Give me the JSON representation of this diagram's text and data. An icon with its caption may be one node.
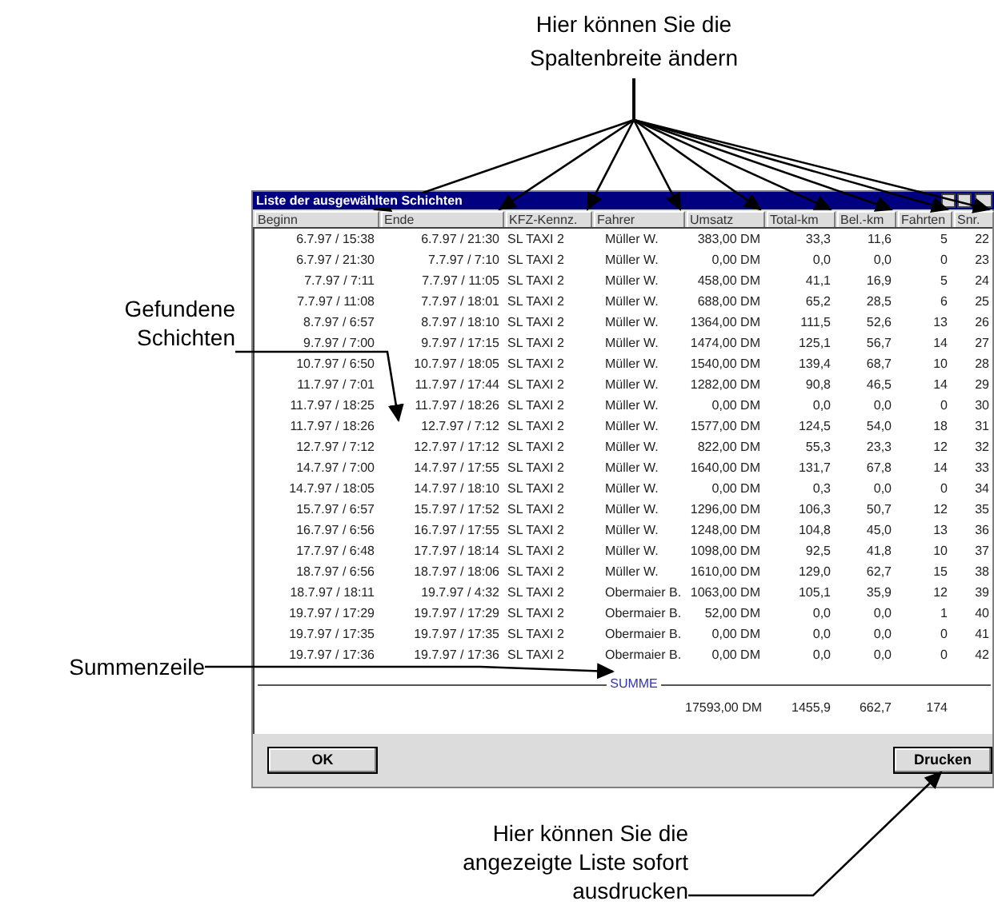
{
  "diagram": {
    "nodes": [
      {
        "text": [
          "Hier können Sie die Spaltenbreite ändern"
        ]
      },
      {
        "text": [
          "Liste der ausgewählten Schichten"
        ]
      },
      {
        "text": [
          "Beginn"
        ],
        "in": 1
      },
      {
        "text": [
          "Ende"
        ],
        "in": 1
      },
      {
        "text": [
          "KFZ-Kennz."
        ],
        "in": 1
      },
      {
        "text": [
          "Fahrer"
        ],
        "in": 1
      },
      {
        "text": [
          "Umsatz"
        ],
        "in": 1
      },
      {
        "text": [
          "Total-km"
        ],
        "in": 1
      },
      {
        "text": [
          "Bel.-km"
        ],
        "in": 1
      },
      {
        "text": [
          "Fahrten"
        ],
        "in": 1
      },
      {
        "text": [
          "Snr."
        ],
        "in": 1
      },
      {
        "text": [],
        "shape": "box",
        "in": 1
      },
      {
        "text": [
          "SUMME"
        ],
        "in": 11
      },
      {
        "text": [
          "OK"
        ],
        "in": 1
      },
      {
        "text": [
          "Drucken"
        ],
        "in": 1
      },
      {
        "text": [
          "Gefundene Schichten"
        ]
      },
      {
        "text": [
          "Summenzeile"
        ]
      },
      {
        "text": [
          "Hier können Sie die angezeigte Liste sofort ausdrucken"
        ]
      }
    ],
    "edges": [
      {
        "from": 0,
        "to": 2,
        "arrow": "to"
      },
      {
        "from": 0,
        "to": 3,
        "arrow": "to"
      },
      {
        "from": 0,
        "to": 4,
        "arrow": "to"
      },
      {
        "from": 0,
        "to": 5,
        "arrow": "to"
      },
      {
        "from": 0,
        "to": 6,
        "arrow": "to"
      },
      {
        "from": 0,
        "to": 7,
        "arrow": "to"
      },
      {
        "from": 0,
        "to": 8,
        "arrow": "to"
      },
      {
        "from": 0,
        "to": 9,
        "arrow": "to"
      },
      {
        "from": 0,
        "to": 10,
        "arrow": "to"
      },
      {
        "from": 15,
        "to": 11,
        "arrow": "to"
      },
      {
        "from": 16,
        "to": 12,
        "arrow": "to"
      },
      {
        "from": 17,
        "to": 14,
        "arrow": "to"
      }
    ],
    "labels": [
      "6.7.97 / 15:38",
      "6.7.97 / 21:30",
      "SL TAXI 2",
      "Müller W.",
      "383,00 DM",
      "33,3",
      "11,6",
      "5",
      "22",
      "6.7.97 / 21:30",
      "7.7.97 / 7:10",
      "SL TAXI 2",
      "Müller W.",
      "0,00 DM",
      "0,0",
      "0,0",
      "0",
      "23",
      "7.7.97 / 7:11",
      "7.7.97 / 11:05",
      "SL TAXI 2",
      "Müller W.",
      "458,00 DM",
      "41,1",
      "16,9",
      "5",
      "24",
      "7.7.97 / 11:08",
      "7.7.97 / 18:01",
      "SL TAXI 2",
      "Müller W.",
      "688,00 DM",
      "65,2",
      "28,5",
      "6",
      "25",
      "8.7.97 / 6:57",
      "8.7.97 / 18:10",
      "SL TAXI 2",
      "Müller W.",
      "1364,00 DM",
      "111,5",
      "52,6",
      "13",
      "26",
      "9.7.97 / 7:00",
      "9.7.97 / 17:15",
      "SL TAXI 2",
      "Müller W.",
      "1474,00 DM",
      "125,1",
      "56,7",
      "14",
      "27",
      "10.7.97 / 6:50",
      "10.7.97 / 18:05",
      "SL TAXI 2",
      "Müller W.",
      "1540,00 DM",
      "139,4",
      "68,7",
      "10",
      "28",
      "11.7.97 / 7:01",
      "11.7.97 / 17:44",
      "SL TAXI 2",
      "Müller W.",
      "1282,00 DM",
      "90,8",
      "46,5",
      "14",
      "29",
      "11.7.97 / 18:25",
      "11.7.97 / 18:26",
      "SL TAXI 2",
      "Müller W.",
      "0,00 DM",
      "0,0",
      "0,0",
      "0",
      "30",
      "11.7.97 / 18:26",
      "12.7.97 / 7:12",
      "SL TAXI 2",
      "Müller W.",
      "1577,00 DM",
      "124,5",
      "54,0",
      "18",
      "31",
      "12.7.97 / 7:12",
      "12.7.97 / 17:12",
      "SL TAXI 2",
      "Müller W.",
      "822,00 DM",
      "55,3",
      "23,3",
      "12",
      "32",
      "14.7.97 / 7:00",
      "14.7.97 / 17:55",
      "SL TAXI 2",
      "Müller W.",
      "1640,00 DM",
      "131,7",
      "67,8",
      "14",
      "33",
      "14.7.97 / 18:05",
      "14.7.97 / 18:10",
      "SL TAXI 2",
      "Müller W.",
      "0,00 DM",
      "0,3",
      "0,0",
      "0",
      "34",
      "15.7.97 / 6:57",
      "15.7.97 / 17:52",
      "SL TAXI 2",
      "Müller W.",
      "1296,00 DM",
      "106,3",
      "50,7",
      "12",
      "35",
      "16.7.97 / 6:56",
      "16.7.97 / 17:55",
      "SL TAXI 2",
      "Müller W.",
      "1248,00 DM",
      "104,8",
      "45,0",
      "13",
      "36",
      "17.7.97 / 6:48",
      "17.7.97 / 18:14",
      "SL TAXI 2",
      "Müller W.",
      "1098,00 DM",
      "92,5",
      "41,8",
      "10",
      "37",
      "18.7.97 / 6:56",
      "18.7.97 / 18:06",
      "SL TAXI 2",
      "Müller W.",
      "1610,00 DM",
      "129,0",
      "62,7",
      "15",
      "38",
      "18.7.97 / 18:11",
      "19.7.97 / 4:32",
      "SL TAXI 2",
      "Obermaier B.",
      "1063,00 DM",
      "105,1",
      "35,9",
      "12",
      "39",
      "19.7.97 / 17:29",
      "19.7.97 / 17:29",
      "SL TAXI 2",
      "Obermaier B.",
      "52,00 DM",
      "0,0",
      "0,0",
      "1",
      "40",
      "19.7.97 / 17:35",
      "19.7.97 / 17:35",
      "SL TAXI 2",
      "Obermaier B.",
      "0,00 DM",
      "0,0",
      "0,0",
      "0",
      "41",
      "19.7.97 / 17:36",
      "19.7.97 / 17:36",
      "SL TAXI 2",
      "Obermaier B.",
      "0,00 DM",
      "0,0",
      "0,0",
      "0",
      "42",
      "17593,00 DM",
      "1455,9",
      "662,7",
      "174"
    ]
  }
}
